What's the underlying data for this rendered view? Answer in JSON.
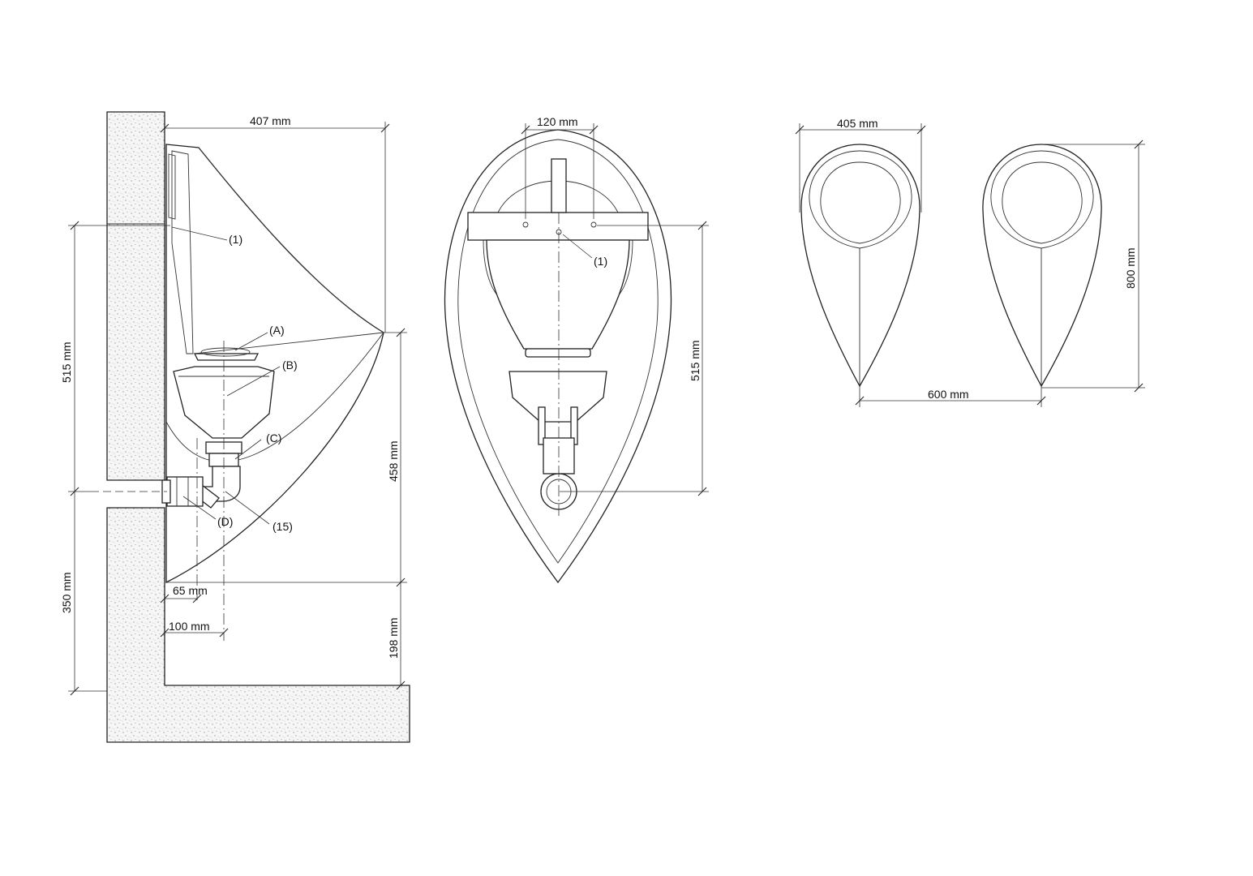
{
  "side_view": {
    "dim_top_width": "407 mm",
    "dim_515": "515 mm",
    "dim_350": "350 mm",
    "dim_458": "458 mm",
    "dim_198": "198 mm",
    "dim_65": "65 mm",
    "dim_100": "100 mm",
    "callout_1": "(1)",
    "callout_a": "(A)",
    "callout_b": "(B)",
    "callout_c": "(C)",
    "callout_d": "(D)",
    "callout_15": "(15)"
  },
  "front_view": {
    "dim_120": "120 mm",
    "dim_515": "515 mm",
    "callout_1": "(1)"
  },
  "pair_view": {
    "dim_405": "405 mm",
    "dim_800": "800 mm",
    "dim_600": "600 mm"
  }
}
